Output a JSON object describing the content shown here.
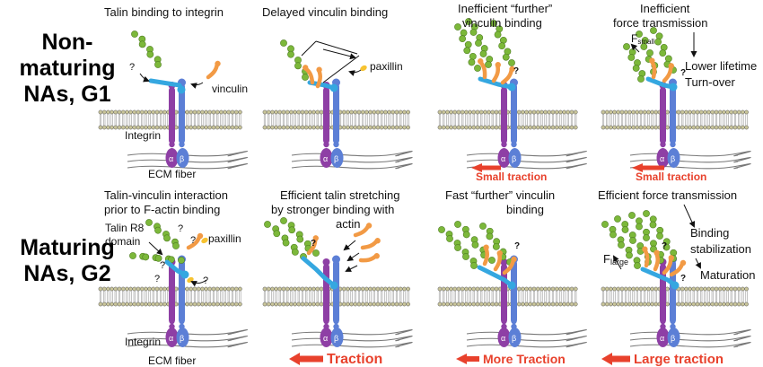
{
  "rows": [
    {
      "label_line1": "Non-",
      "label_line2": "maturing",
      "label_line3": "NAs, G1"
    },
    {
      "label_line1": "Maturing",
      "label_line2": "NAs, G2"
    }
  ],
  "panels_g1": [
    {
      "title": "Talin binding to integrin",
      "labels": [
        "vinculin",
        "Integrin",
        "ECM fiber"
      ],
      "q": "?"
    },
    {
      "title": "Delayed vinculin binding",
      "labels": [
        "paxillin"
      ]
    },
    {
      "title_line1": "Inefficient “further”",
      "title_line2": "vinculin binding",
      "traction": "Small traction",
      "q": "?"
    },
    {
      "title_line1": "Inefficient",
      "title_line2": "force transmission",
      "f_main": "F",
      "f_sub": "small",
      "note_line1": "Lower lifetime",
      "note_line2": "Turn-over",
      "traction": "Small traction",
      "q": "?"
    }
  ],
  "panels_g2": [
    {
      "title_line1": "Talin-vinculin interaction",
      "title_line2": "prior to F-actin binding",
      "r8_line1": "Talin R8",
      "r8_line2": "domain",
      "labels": [
        "paxillin",
        "Integrin",
        "ECM fiber"
      ],
      "q": "?"
    },
    {
      "title_line1": "Efficient talin stretching",
      "title_line2": "by stronger binding with",
      "title_line3": "actin",
      "traction": "Traction",
      "q": "?"
    },
    {
      "title_line1": "Fast “further” vinculin",
      "title_line2": "binding",
      "traction": "More Traction",
      "q": "?"
    },
    {
      "title": "Efficient force transmission",
      "f_main": "F",
      "f_sub": "large",
      "note1_line1": "Binding",
      "note1_line2": "stabilization",
      "note2": "Maturation",
      "traction": "Large traction",
      "q": "?"
    }
  ],
  "alpha": "α",
  "beta": "β",
  "colors": {
    "actin": "#7cb83a",
    "talin": "#35a7e0",
    "vinculin": "#f29a45",
    "paxillin": "#f7c331",
    "integrin_alpha": "#8e3fa5",
    "integrin_beta": "#5c7fd6",
    "membrane": "#c9c59a",
    "traction": "#e8412c"
  }
}
